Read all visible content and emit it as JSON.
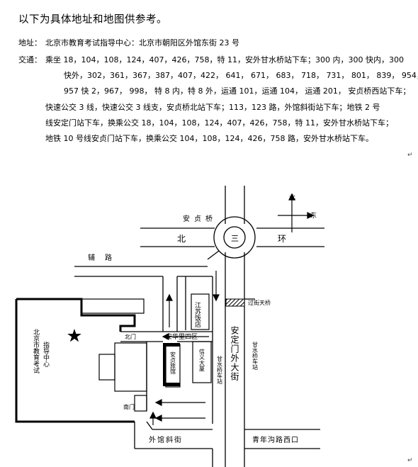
{
  "heading": "以下为具体地址和地图供参考。",
  "address": {
    "label": "地址：",
    "value": "北京市教育考试指导中心：北京市朝阳区外馆东街 23 号"
  },
  "transit": {
    "label": "交通：",
    "lines": [
      "乘坐 18，104，108，124，407，426，758，特 11，安外甘水桥站下车；300 内，300 快内，300",
      "快外，302，361，367，387，407，422， 641， 671， 683， 718， 731， 801， 839， 954，",
      "957 快 2，967， 998， 特 8 内，特 8 外，运通 101，运通 104， 运通 201， 安贞桥西站下车；",
      "快速公交 3 线，快速公交 3 线支，安贞桥北站下车；113，123 路，外馆斜街站下车；地铁 2 号",
      "线安定门站下车，换乘公交 18，104，108，124，407，426，758，特 11，安外甘水桥站下车；",
      "地铁 10 号线安贞门站下车，换乘公交 104，108，124，426，758 路，安外甘水桥站下车。"
    ]
  },
  "paragraph_mark": "↵",
  "map": {
    "compass_north": "北",
    "compass_east": "东",
    "anzhen_bridge": "安贞桥",
    "ring_bei": "北",
    "ring_san": "三",
    "ring_huan": "环",
    "side_road": "辅路",
    "overpass": "过街天桥",
    "jiangsu_hotel": "江苏饭店",
    "anhuali": "安华里四区",
    "north_gate": "北门",
    "south_gate": "南门",
    "center_name_1": "北京市教育考试",
    "center_name_2": "指导中心",
    "anzhen_hotel": "安贞旅馆",
    "xinyi_building": "信义大厦",
    "ganshuiqiao_stop_west": "甘水桥车站",
    "ganshuiqiao_stop_east": "甘水桥车站",
    "andingmen_street": "安定门外大街",
    "waiguan_xiejie": "外馆斜街",
    "qingniangou": "青年沟路西口"
  },
  "colors": {
    "line": "#000000",
    "background": "#ffffff"
  }
}
